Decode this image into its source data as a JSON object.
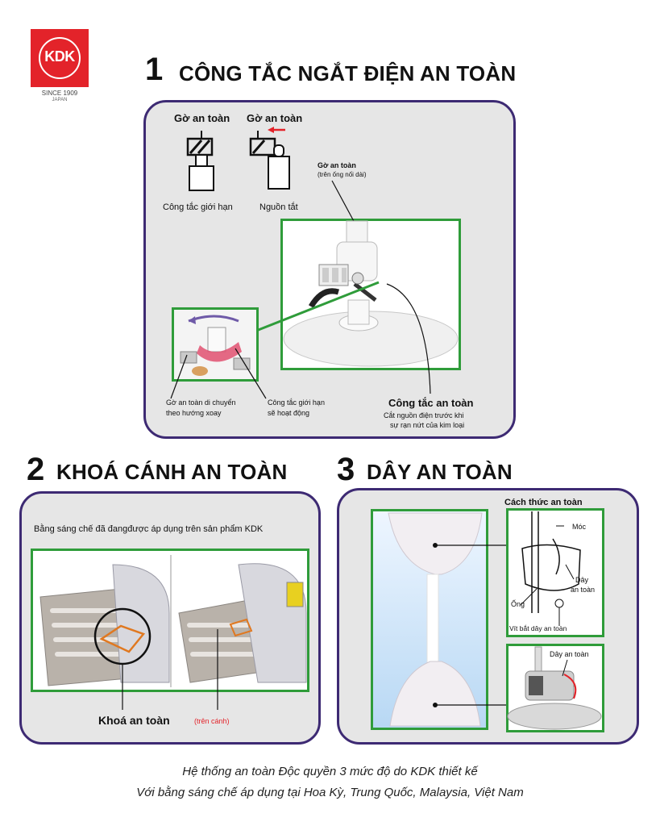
{
  "brand": {
    "logo_text": "KDK",
    "since": "SINCE 1909",
    "country": "JAPAN"
  },
  "section1": {
    "number": "1",
    "title": "CÔNG TẮC NGẮT ĐIỆN AN TOÀN",
    "guard_label_1": "Gờ an toàn",
    "guard_label_2": "Gờ an toàn",
    "limit_switch": "Công tắc giới hạn",
    "power_off": "Nguồn tắt",
    "guard_on_pipe_title": "Gờ an toàn",
    "guard_on_pipe_sub": "(trên ống nối dài)",
    "guard_moves_1": "Gờ an toàn di chuyển",
    "guard_moves_2": "theo hướng xoay",
    "limit_active_1": "Công tắc giới hạn",
    "limit_active_2": "sẽ hoạt động",
    "safety_switch": "Công tắc an toàn",
    "safety_switch_desc_1": "Cắt nguồn điện trước khi",
    "safety_switch_desc_2": "sự rạn nứt của kim loại"
  },
  "section2": {
    "number": "2",
    "title": "KHOÁ CÁNH AN TOÀN",
    "patent_note": "Bằng sáng chế đã  đangđược áp dụng trên sản phẩm KDK",
    "lock_label": "Khoá an toàn",
    "lock_sub": "(trên cánh)"
  },
  "section3": {
    "number": "3",
    "title": "DÂY AN TOÀN",
    "method_title": "Cách thức an toàn",
    "hook": "Móc",
    "wire_1": "Dây",
    "wire_2": "an toàn",
    "pipe": "Ống",
    "screw": "Vít bắt dây an toàn",
    "wire_label": "Dây an toàn"
  },
  "footer": {
    "line1": "Hệ thống an toàn Độc quyền 3 mức độ do KDK thiết kế",
    "line2": "Với bằng sáng chế áp dụng tại Hoa Kỳ, Trung Quốc, Malaysia, Việt Nam"
  },
  "colors": {
    "brand_red": "#e3232a",
    "panel_border": "#3d2a73",
    "frame_green": "#2f9c3a",
    "panel_bg": "#e6e6e6"
  }
}
